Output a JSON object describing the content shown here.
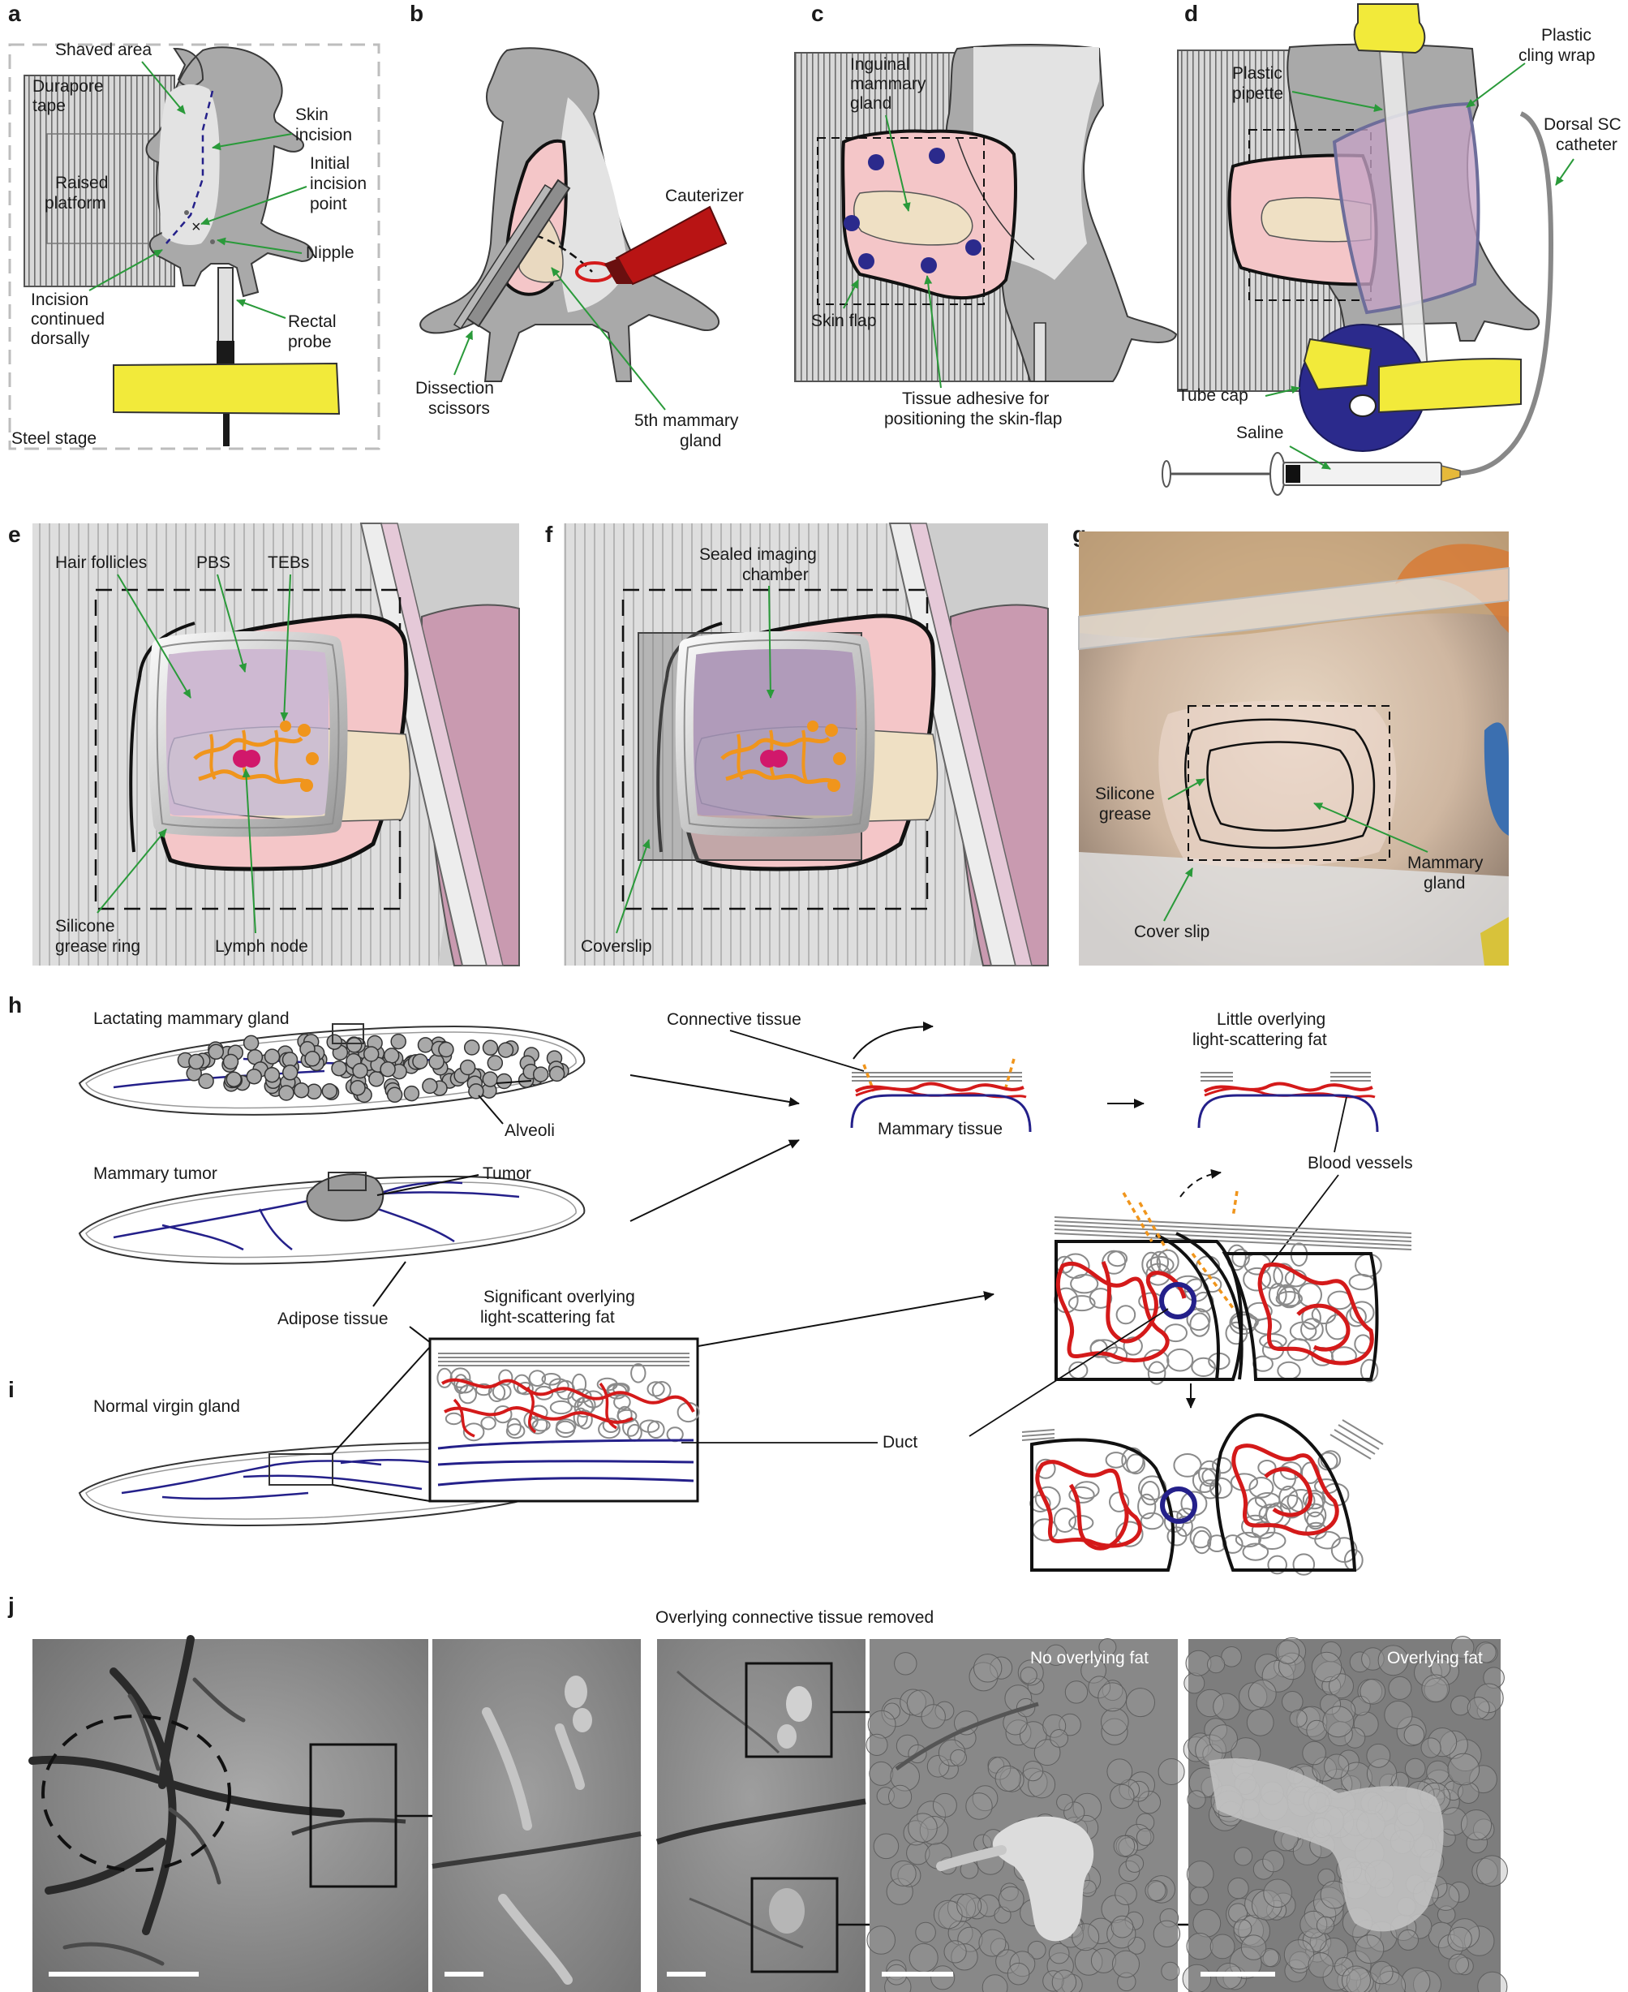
{
  "panels": {
    "a": {
      "letter": "a",
      "labels": {
        "shaved": "Shaved area",
        "durapore1": "Durapore",
        "durapore2": "tape",
        "skin1": "Skin",
        "skin2": "incision",
        "initial1": "Initial",
        "initial2": "incision",
        "initial3": "point",
        "raised1": "Raised",
        "raised2": "platform",
        "nipple": "Nipple",
        "incision1": "Incision",
        "incision2": "continued",
        "incision3": "dorsally",
        "rectal1": "Rectal",
        "rectal2": "probe",
        "steel": "Steel stage"
      }
    },
    "b": {
      "letter": "b",
      "labels": {
        "cauterizer": "Cauterizer",
        "scissors1": "Dissection",
        "scissors2": "scissors",
        "gland1": "5th mammary",
        "gland2": "gland"
      }
    },
    "c": {
      "letter": "c",
      "labels": {
        "inguinal1": "Inguinal",
        "inguinal2": "mammary",
        "inguinal3": "gland",
        "flap": "Skin flap",
        "adhesive1": "Tissue adhesive for",
        "adhesive2": "positioning the skin-flap"
      }
    },
    "d": {
      "letter": "d",
      "labels": {
        "pipette1": "Plastic",
        "pipette2": "pipette",
        "cling1": "Plastic",
        "cling2": "cling wrap",
        "catheter1": "Dorsal SC",
        "catheter2": "catheter",
        "cap": "Tube cap",
        "saline": "Saline"
      }
    },
    "e": {
      "letter": "e",
      "labels": {
        "hair": "Hair follicles",
        "pbs": "PBS",
        "tebs": "TEBs",
        "ring1": "Silicone",
        "ring2": "grease ring",
        "lymph": "Lymph node"
      }
    },
    "f": {
      "letter": "f",
      "labels": {
        "sealed1": "Sealed imaging",
        "sealed2": "chamber",
        "coverslip": "Coverslip"
      }
    },
    "g": {
      "letter": "g",
      "labels": {
        "grease1": "Silicone",
        "grease2": "grease",
        "gland1": "Mammary",
        "gland2": "gland",
        "slip": "Cover slip"
      }
    },
    "h": {
      "letter": "h",
      "labels": {
        "lactating": "Lactating mammary gland",
        "alveoli": "Alveoli",
        "tumor_title": "Mammary tumor",
        "tumor": "Tumor",
        "connective": "Connective tissue",
        "mammary_tissue": "Mammary tissue",
        "little1": "Little overlying",
        "little2": "light-scattering fat",
        "vessels": "Blood vessels",
        "adipose": "Adipose tissue",
        "significant1": "Significant overlying",
        "significant2": "light-scattering fat"
      }
    },
    "i": {
      "letter": "i",
      "labels": {
        "virgin": "Normal virgin gland",
        "duct": "Duct"
      }
    },
    "j": {
      "letter": "j",
      "labels": {
        "removed": "Overlying connective tissue removed",
        "no_fat": "No overlying fat",
        "fat": "Overlying fat"
      }
    }
  },
  "colors": {
    "label_arrow": "#2a9a3a",
    "skin_pink": "#f4c6c8",
    "mouse_gray": "#a9a9a9",
    "tape_yellow": "#f2ea3a",
    "cauterizer_red": "#b81414",
    "dot_blue": "#2b2a8c",
    "vessel_red": "#d41a1a",
    "duct_blue": "#24208a",
    "teb_orange": "#f0951c",
    "lymph_magenta": "#d1186b"
  }
}
